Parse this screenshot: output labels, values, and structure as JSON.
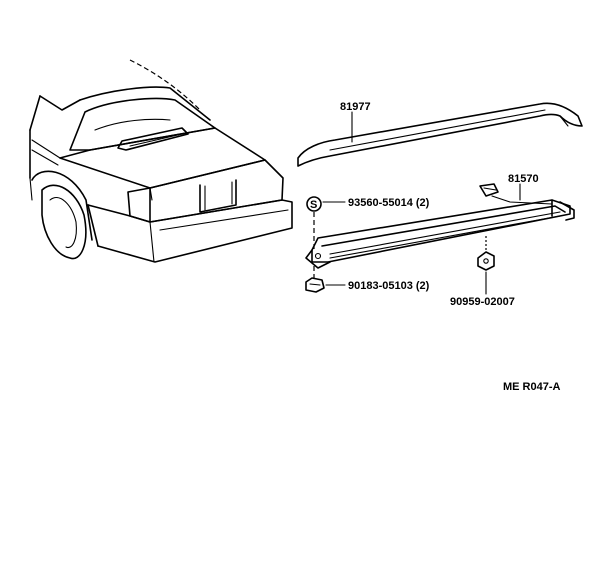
{
  "parts": {
    "spoiler": "81977",
    "lamp": "81570",
    "bolt": "93560-55014 (2)",
    "nut": "90183-05103 (2)",
    "clip": "90959-02007"
  },
  "ref_code": "ME R047-A",
  "bolt_symbol": "S"
}
